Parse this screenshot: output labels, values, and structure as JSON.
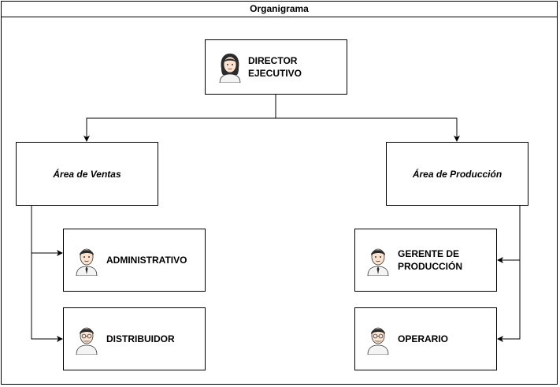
{
  "diagram": {
    "title": "Organigrama",
    "nodes": {
      "director": {
        "label": "DIRECTOR EJECUTIVO",
        "icon": "woman-avatar-icon"
      },
      "ventas": {
        "label": "Área de Ventas"
      },
      "produccion": {
        "label": "Área de Producción"
      },
      "administrativo": {
        "label": "ADMINISTRATIVO",
        "icon": "man-tie-avatar-icon"
      },
      "distribuidor": {
        "label": "DISTRIBUIDOR",
        "icon": "man-glasses-avatar-icon"
      },
      "gerente": {
        "label": "GERENTE DE PRODUCCIÓN",
        "icon": "man-tie-avatar-icon"
      },
      "operario": {
        "label": "OPERARIO",
        "icon": "man-glasses-avatar-icon"
      }
    },
    "edges": [
      {
        "from": "director",
        "to": "ventas"
      },
      {
        "from": "director",
        "to": "produccion"
      },
      {
        "from": "ventas",
        "to": "administrativo"
      },
      {
        "from": "ventas",
        "to": "distribuidor"
      },
      {
        "from": "produccion",
        "to": "gerente"
      },
      {
        "from": "produccion",
        "to": "operario"
      }
    ]
  }
}
